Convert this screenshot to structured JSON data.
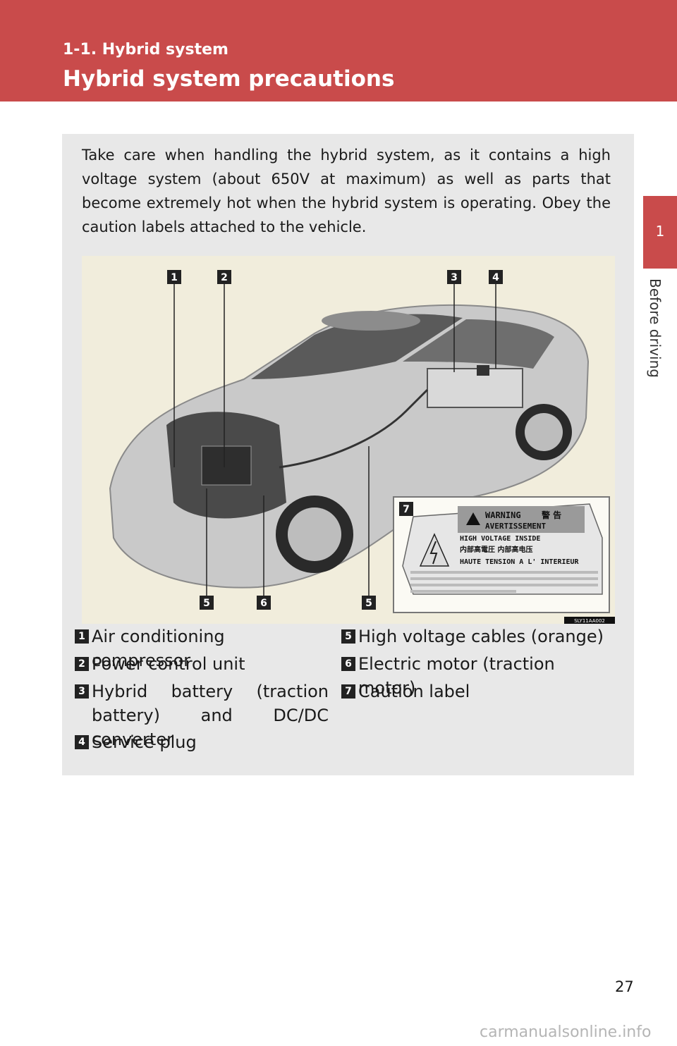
{
  "header": {
    "section": "1-1. Hybrid system",
    "title": "Hybrid system precautions"
  },
  "side_tab": {
    "number": "1",
    "label": "Before driving"
  },
  "intro": "Take care when handling the hybrid system, as it contains a high voltage system (about 650V at maximum) as well as parts that become extremely hot when the hybrid system is operating. Obey the caution labels attached to the vehicle.",
  "figure": {
    "callouts": [
      "1",
      "2",
      "3",
      "4",
      "5",
      "6",
      "5",
      "7"
    ],
    "code": "SLY11AA002",
    "caution_label": {
      "warning": "WARNING",
      "warning_jp": "警 告",
      "avertissement": "AVERTISSEMENT",
      "line1": "HIGH VOLTAGE INSIDE",
      "line2": "内部高電圧  内部高电压",
      "line3": "HAUTE TENSION A L' INTERIEUR"
    }
  },
  "legend": [
    {
      "num": "1",
      "text": "Air conditioning compressor"
    },
    {
      "num": "2",
      "text": "Power control unit"
    },
    {
      "num": "3",
      "text": "Hybrid battery (traction battery) and DC/DC converter"
    },
    {
      "num": "4",
      "text": "Service plug"
    },
    {
      "num": "5",
      "text": "High voltage cables (orange)"
    },
    {
      "num": "6",
      "text": "Electric motor (traction motor)"
    },
    {
      "num": "7",
      "text": "Caution label"
    }
  ],
  "page_number": "27",
  "watermark": "carmanualsonline.info",
  "colors": {
    "accent": "#c94b4b",
    "panel": "#e8e8e8",
    "figure_bg": "#f1eddc"
  }
}
